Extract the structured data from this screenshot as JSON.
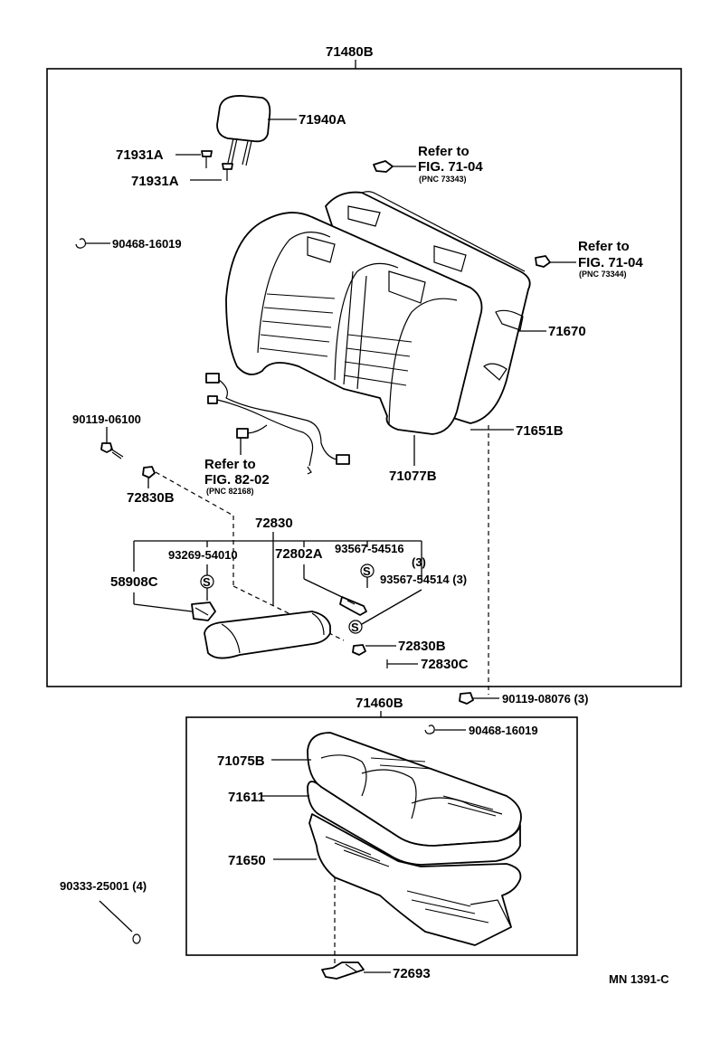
{
  "labels": {
    "assy_back": "71480B",
    "headrest": "71940A",
    "hr_support_1": "71931A",
    "hr_support_2": "71931A",
    "refer_top": "Refer to",
    "fig_top": "FIG. 71-04",
    "pnc_top": "(PNC 73343)",
    "refer_right": "Refer to",
    "fig_right": "FIG. 71-04",
    "pnc_right": "(PNC 73344)",
    "hog_ring_top": "90468-16019",
    "frame_back": "71670",
    "pad_back": "71651B",
    "cover_back": "71077B",
    "bolt_top": "90119-06100",
    "refer_mid": "Refer to",
    "fig_mid": "FIG. 82-02",
    "pnc_mid": "(PNC 82168)",
    "nut_left": "72830B",
    "armrest_assy": "72830",
    "screw_left": "93269-54010",
    "hinge": "72802A",
    "screw_right_1": "93567-54516",
    "screw_right_1_qty": "(3)",
    "bracket_left": "58908C",
    "screw_right_2": "93567-54514  (3)",
    "nut_right": "72830B",
    "pin_right": "72830C",
    "assy_cushion": "71460B",
    "bolt_bottom": "90119-08076  (3)",
    "hog_ring_bottom": "90468-16019",
    "cover_cushion": "71075B",
    "pad_cushion": "71611",
    "frame_cushion": "71650",
    "clip_bottom": "90333-25001  (4)",
    "hook_bottom": "72693",
    "diagram_id": "MN 1391-C"
  },
  "icons": {
    "screw_symbol": "S"
  }
}
